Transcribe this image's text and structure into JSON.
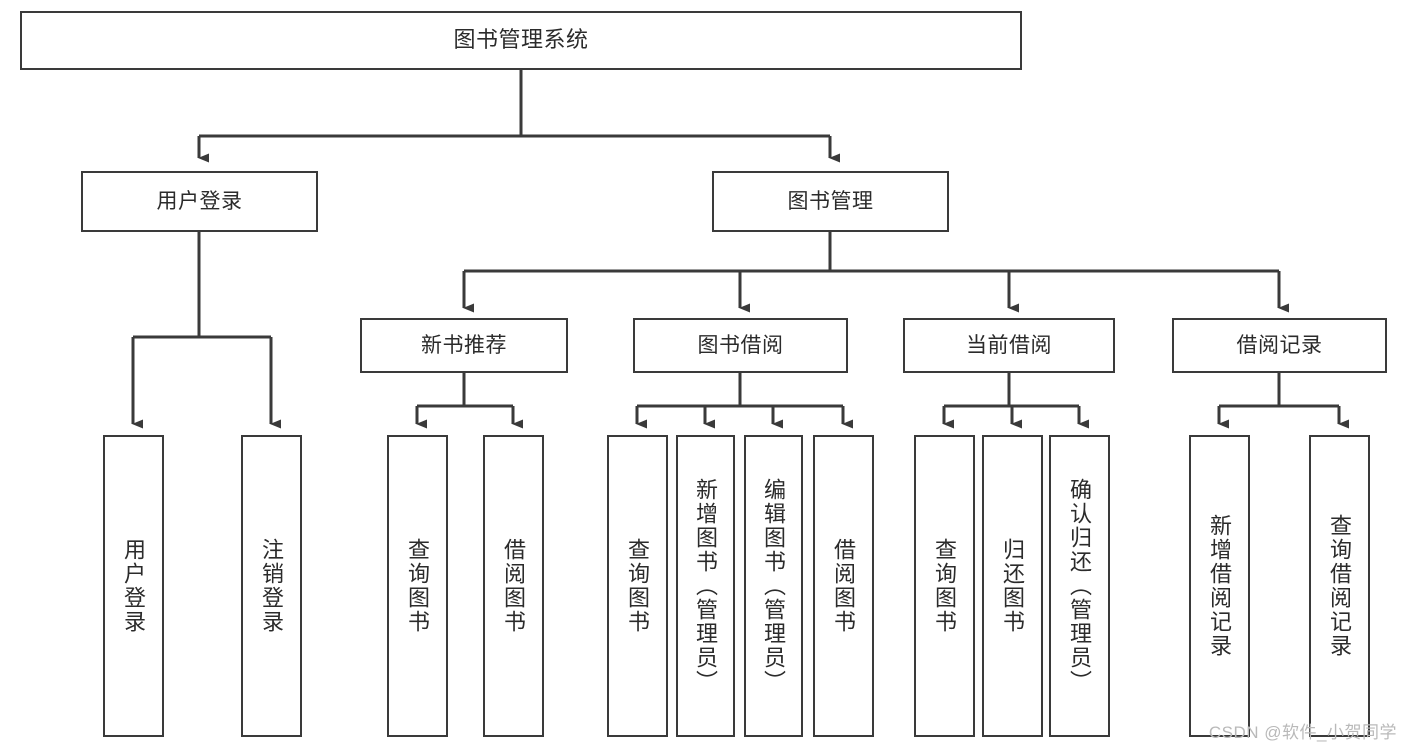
{
  "diagram": {
    "type": "tree-hierarchy",
    "title": "图书管理系统",
    "orientation": "top-down",
    "colors": {
      "box_border": "#3a3a3a",
      "box_fill": "#ffffff",
      "connector": "#3a3a3a",
      "text": "#2b2b2b",
      "watermark": "#b9b9b9",
      "background": "#ffffff"
    },
    "levels": {
      "level1": "root",
      "level2": "modules",
      "level3": "sub-modules",
      "level4": "functions"
    },
    "root": {
      "id": "root",
      "label": "图书管理系统"
    },
    "level2": [
      {
        "id": "user-login",
        "label": "用户登录"
      },
      {
        "id": "book-manage",
        "label": "图书管理"
      }
    ],
    "level3": [
      {
        "id": "new-book-rec",
        "label": "新书推荐",
        "parent": "book-manage"
      },
      {
        "id": "book-borrow",
        "label": "图书借阅",
        "parent": "book-manage"
      },
      {
        "id": "current-borrow",
        "label": "当前借阅",
        "parent": "book-manage"
      },
      {
        "id": "borrow-record",
        "label": "借阅记录",
        "parent": "book-manage"
      }
    ],
    "leaves": [
      {
        "id": "leaf-user-login",
        "label": "用户登录",
        "parent": "user-login"
      },
      {
        "id": "leaf-logout-login",
        "label": "注销登录",
        "parent": "user-login"
      },
      {
        "id": "leaf-query-book-1",
        "label": "查询图书",
        "parent": "new-book-rec"
      },
      {
        "id": "leaf-borrow-book-1",
        "label": "借阅图书",
        "parent": "new-book-rec"
      },
      {
        "id": "leaf-query-book-2",
        "label": "查询图书",
        "parent": "book-borrow"
      },
      {
        "id": "leaf-add-book",
        "label": "新增图书（管理员）",
        "parent": "book-borrow"
      },
      {
        "id": "leaf-edit-book",
        "label": "编辑图书（管理员）",
        "parent": "book-borrow"
      },
      {
        "id": "leaf-borrow-book-2",
        "label": "借阅图书",
        "parent": "book-borrow"
      },
      {
        "id": "leaf-query-book-3",
        "label": "查询图书",
        "parent": "current-borrow"
      },
      {
        "id": "leaf-return-book",
        "label": "归还图书",
        "parent": "current-borrow"
      },
      {
        "id": "leaf-confirm-return",
        "label": "确认归还（管理员）",
        "parent": "current-borrow"
      },
      {
        "id": "leaf-add-record",
        "label": "新增借阅记录",
        "parent": "borrow-record"
      },
      {
        "id": "leaf-query-record",
        "label": "查询借阅记录",
        "parent": "borrow-record"
      }
    ]
  },
  "watermark": {
    "text": "CSDN @软件_小贺同学"
  }
}
